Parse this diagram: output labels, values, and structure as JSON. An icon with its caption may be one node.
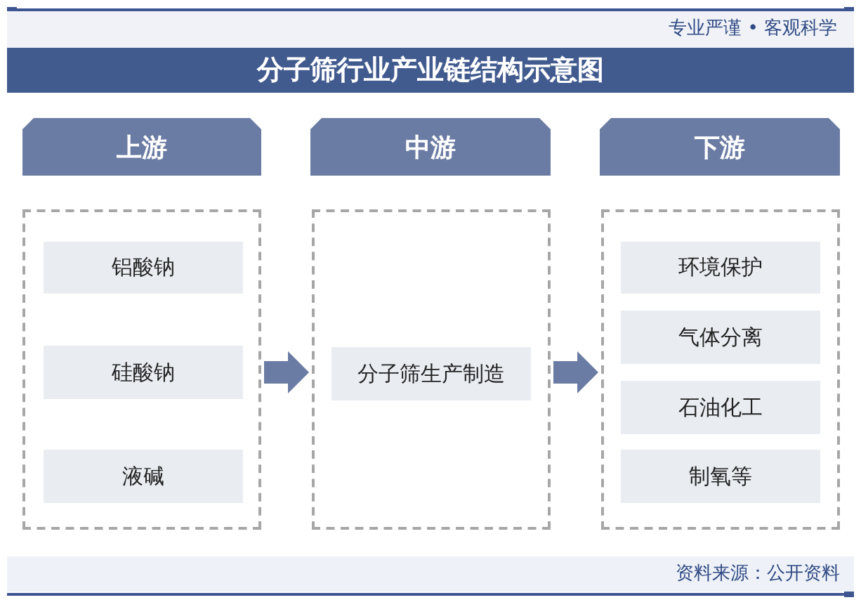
{
  "diagram": {
    "title": "分子筛行业产业链结构示意图",
    "nodes": [
      {
        "text": [
          "上游"
        ]
      },
      {
        "text": [
          "中游"
        ]
      },
      {
        "text": [
          "下游"
        ]
      },
      {
        "text": [],
        "shape": "box"
      },
      {
        "text": [
          "铝酸钠"
        ],
        "in": 3
      },
      {
        "text": [
          "硅酸钠"
        ],
        "in": 3
      },
      {
        "text": [
          "液碱"
        ],
        "in": 3
      },
      {
        "text": [],
        "shape": "box"
      },
      {
        "text": [
          "分子筛生产制造"
        ],
        "in": 7
      },
      {
        "text": [],
        "shape": "box"
      },
      {
        "text": [
          "环境保护"
        ],
        "in": 9
      },
      {
        "text": [
          "气体分离"
        ],
        "in": 9
      },
      {
        "text": [
          "石油化工"
        ],
        "in": 9
      },
      {
        "text": [
          "制氧等"
        ],
        "in": 9
      }
    ],
    "edges": [
      {
        "from": 3,
        "to": 7,
        "arrow": "to"
      },
      {
        "from": 7,
        "to": 9,
        "arrow": "to"
      }
    ],
    "labels": [
      "专业严谨 • 客观科学",
      "资料来源：公开资料"
    ]
  }
}
